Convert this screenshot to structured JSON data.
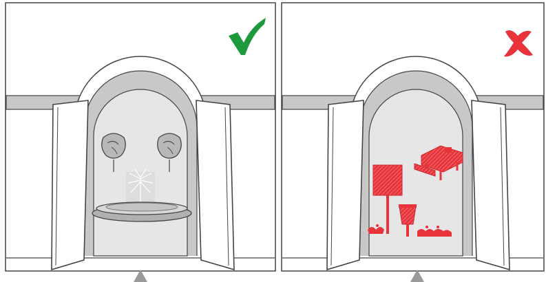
{
  "panels": [
    {
      "id": "correct",
      "verdict": "check",
      "verdict_icon": "checkmark-icon",
      "verdict_color": "#1e9a3c",
      "contents": [
        "wall-lamp-icon",
        "wall-lamp-icon",
        "fountain-icon",
        "pool-icon"
      ],
      "content_color": "#d8d8d8"
    },
    {
      "id": "incorrect",
      "verdict": "cross",
      "verdict_icon": "cross-icon",
      "verdict_color": "#e8333a",
      "contents": [
        "signboard-icon",
        "trash-bin-icon",
        "bench-icon",
        "graffiti-icon"
      ],
      "content_color": "#e8333a"
    }
  ],
  "colors": {
    "outline": "#444444",
    "wall_band": "#c8c8c8",
    "interior_fill": "#e6e6e6",
    "arrow": "#9a9a9a"
  }
}
